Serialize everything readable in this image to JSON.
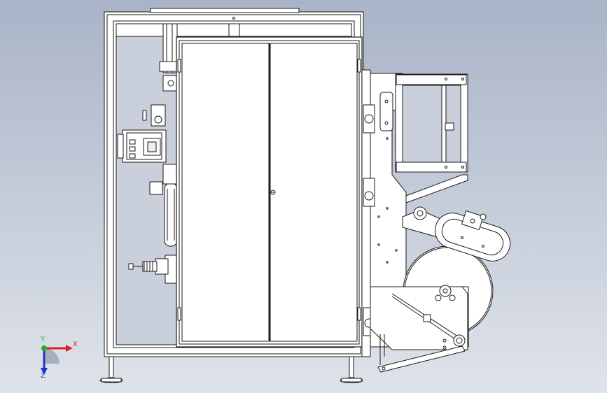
{
  "viewport": {
    "background_top": "#a9b4c8",
    "background_bottom": "#dfe3ea"
  },
  "model": {
    "line_color": "#1a1a1a",
    "face_color": "#ffffff",
    "light_face_color": "#f3f3f3"
  },
  "triad": {
    "x_label": "X",
    "y_label": "Y",
    "z_label": "Z",
    "x_color": "#e02020",
    "y_color": "#20b020",
    "z_color": "#2030d0"
  }
}
